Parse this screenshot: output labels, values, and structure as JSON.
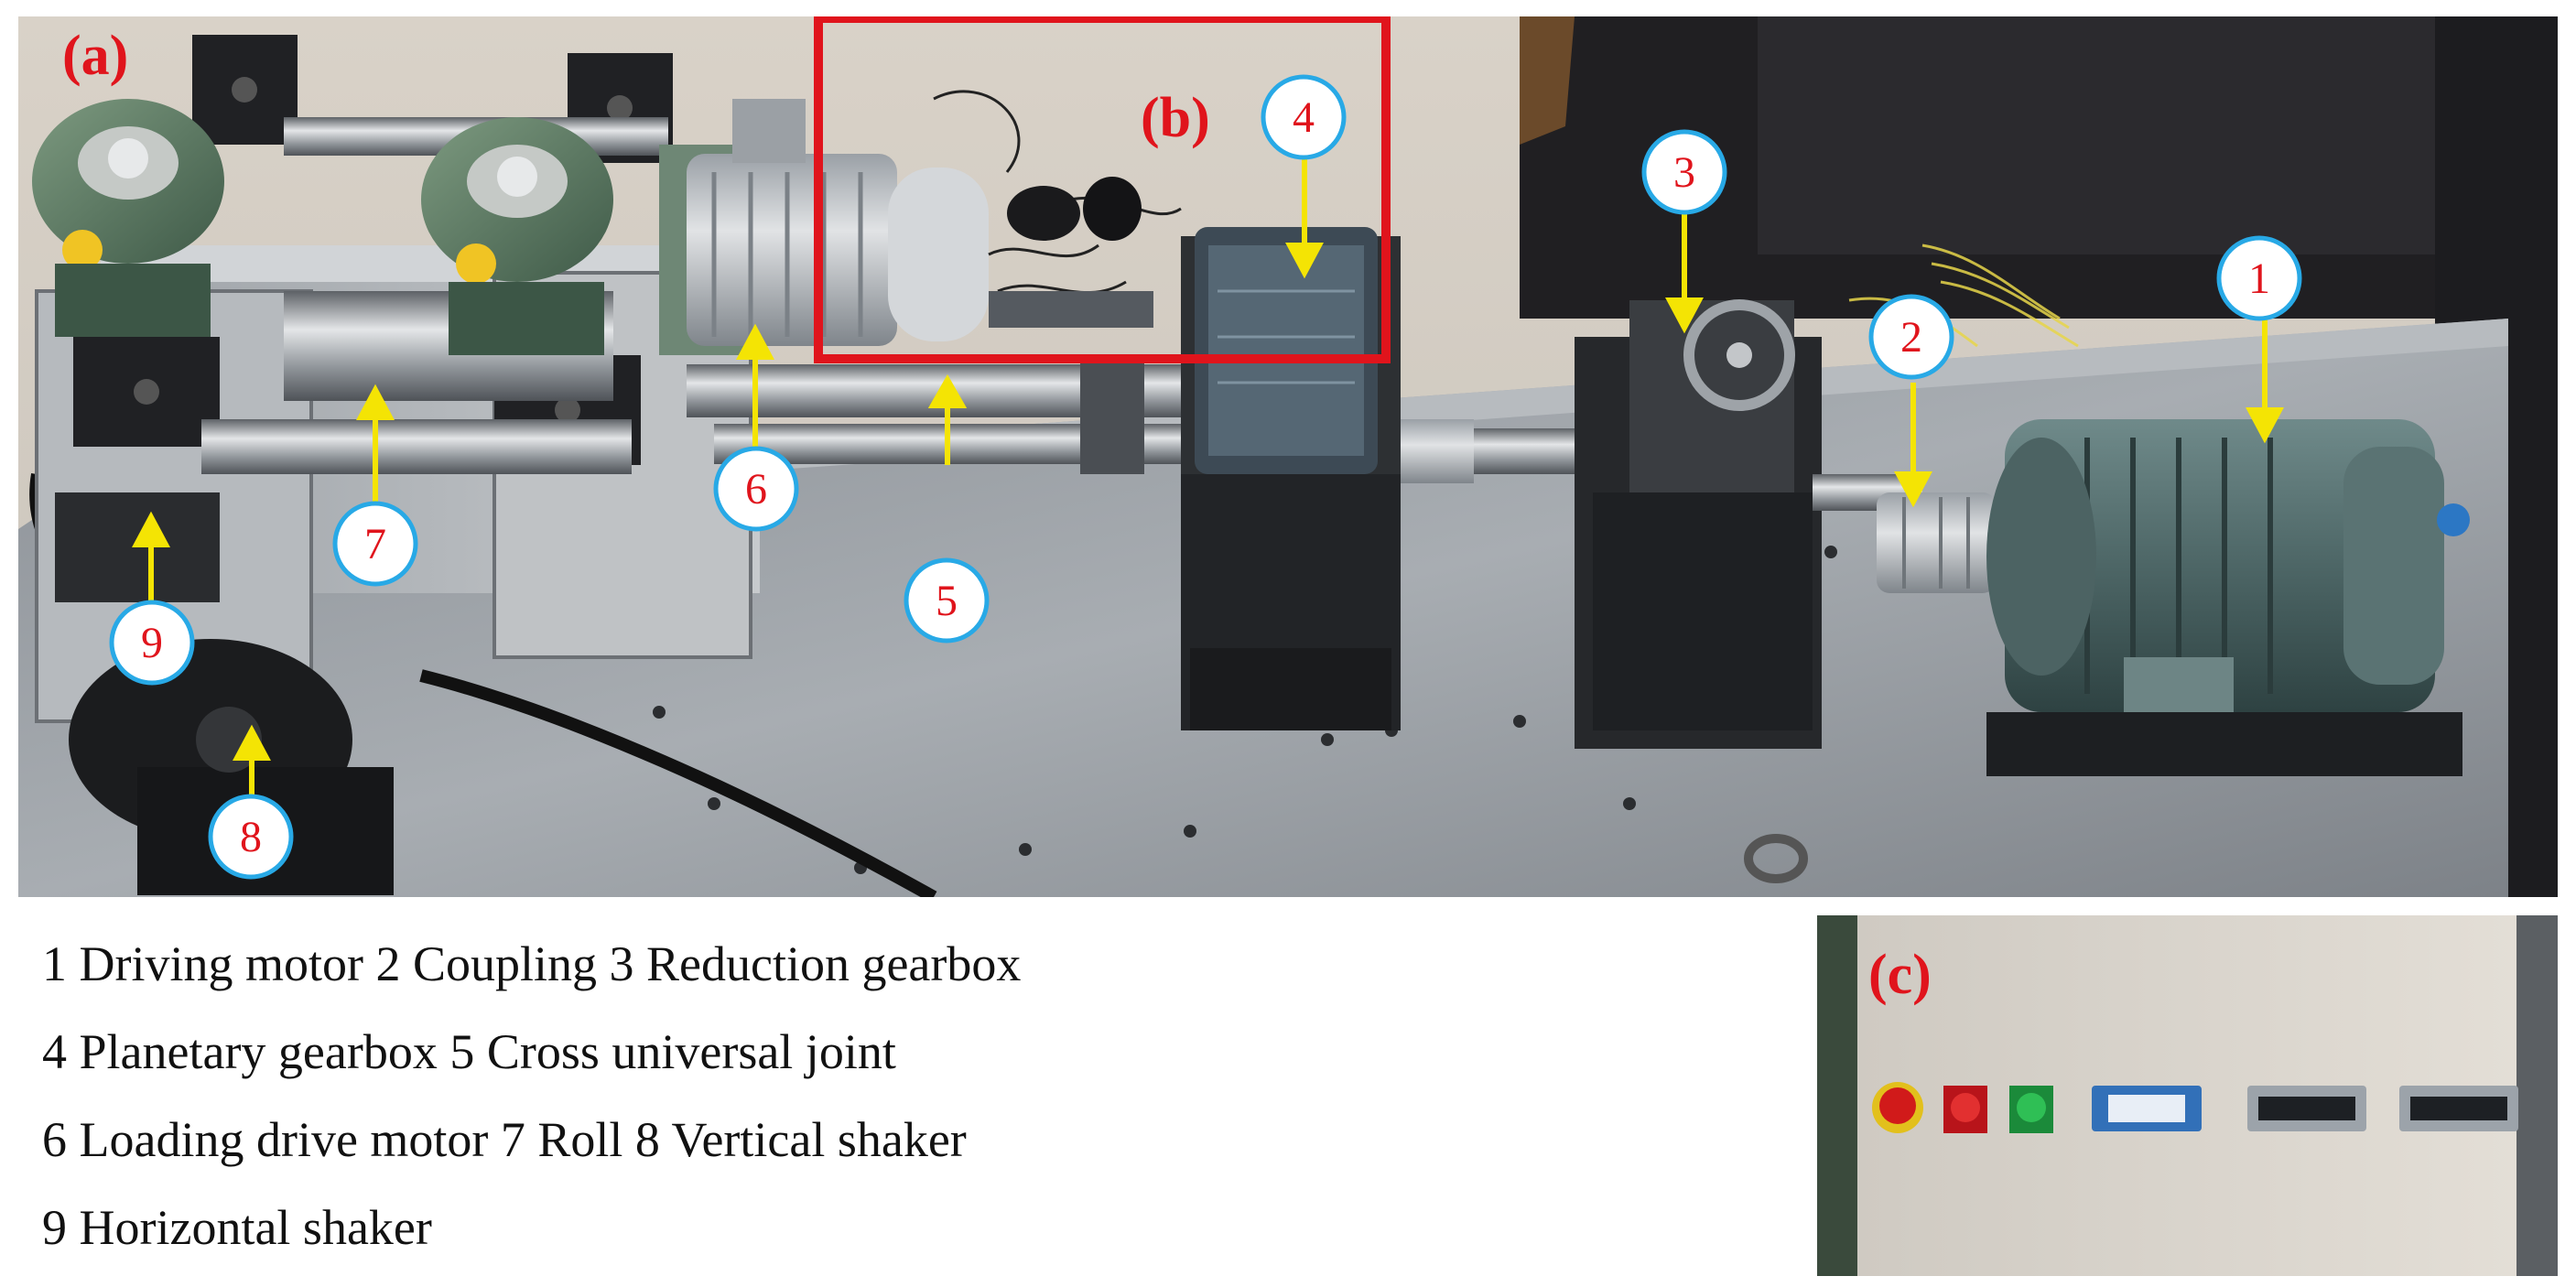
{
  "panels": {
    "a": "(a)",
    "b": "(b)",
    "c": "(c)"
  },
  "markers": [
    "1",
    "2",
    "3",
    "4",
    "5",
    "6",
    "7",
    "8",
    "9"
  ],
  "legend": {
    "lines": [
      "1 Driving motor  2 Coupling  3 Reduction gearbox",
      "4 Planetary gearbox  5 Cross universal joint",
      "6 Loading drive motor  7 Roll  8 Vertical shaker",
      "9 Horizontal shaker"
    ]
  },
  "colors": {
    "label_red": "#e0141c",
    "arrow_yellow": "#f4e404",
    "marker_ring": "#28a9e6"
  }
}
